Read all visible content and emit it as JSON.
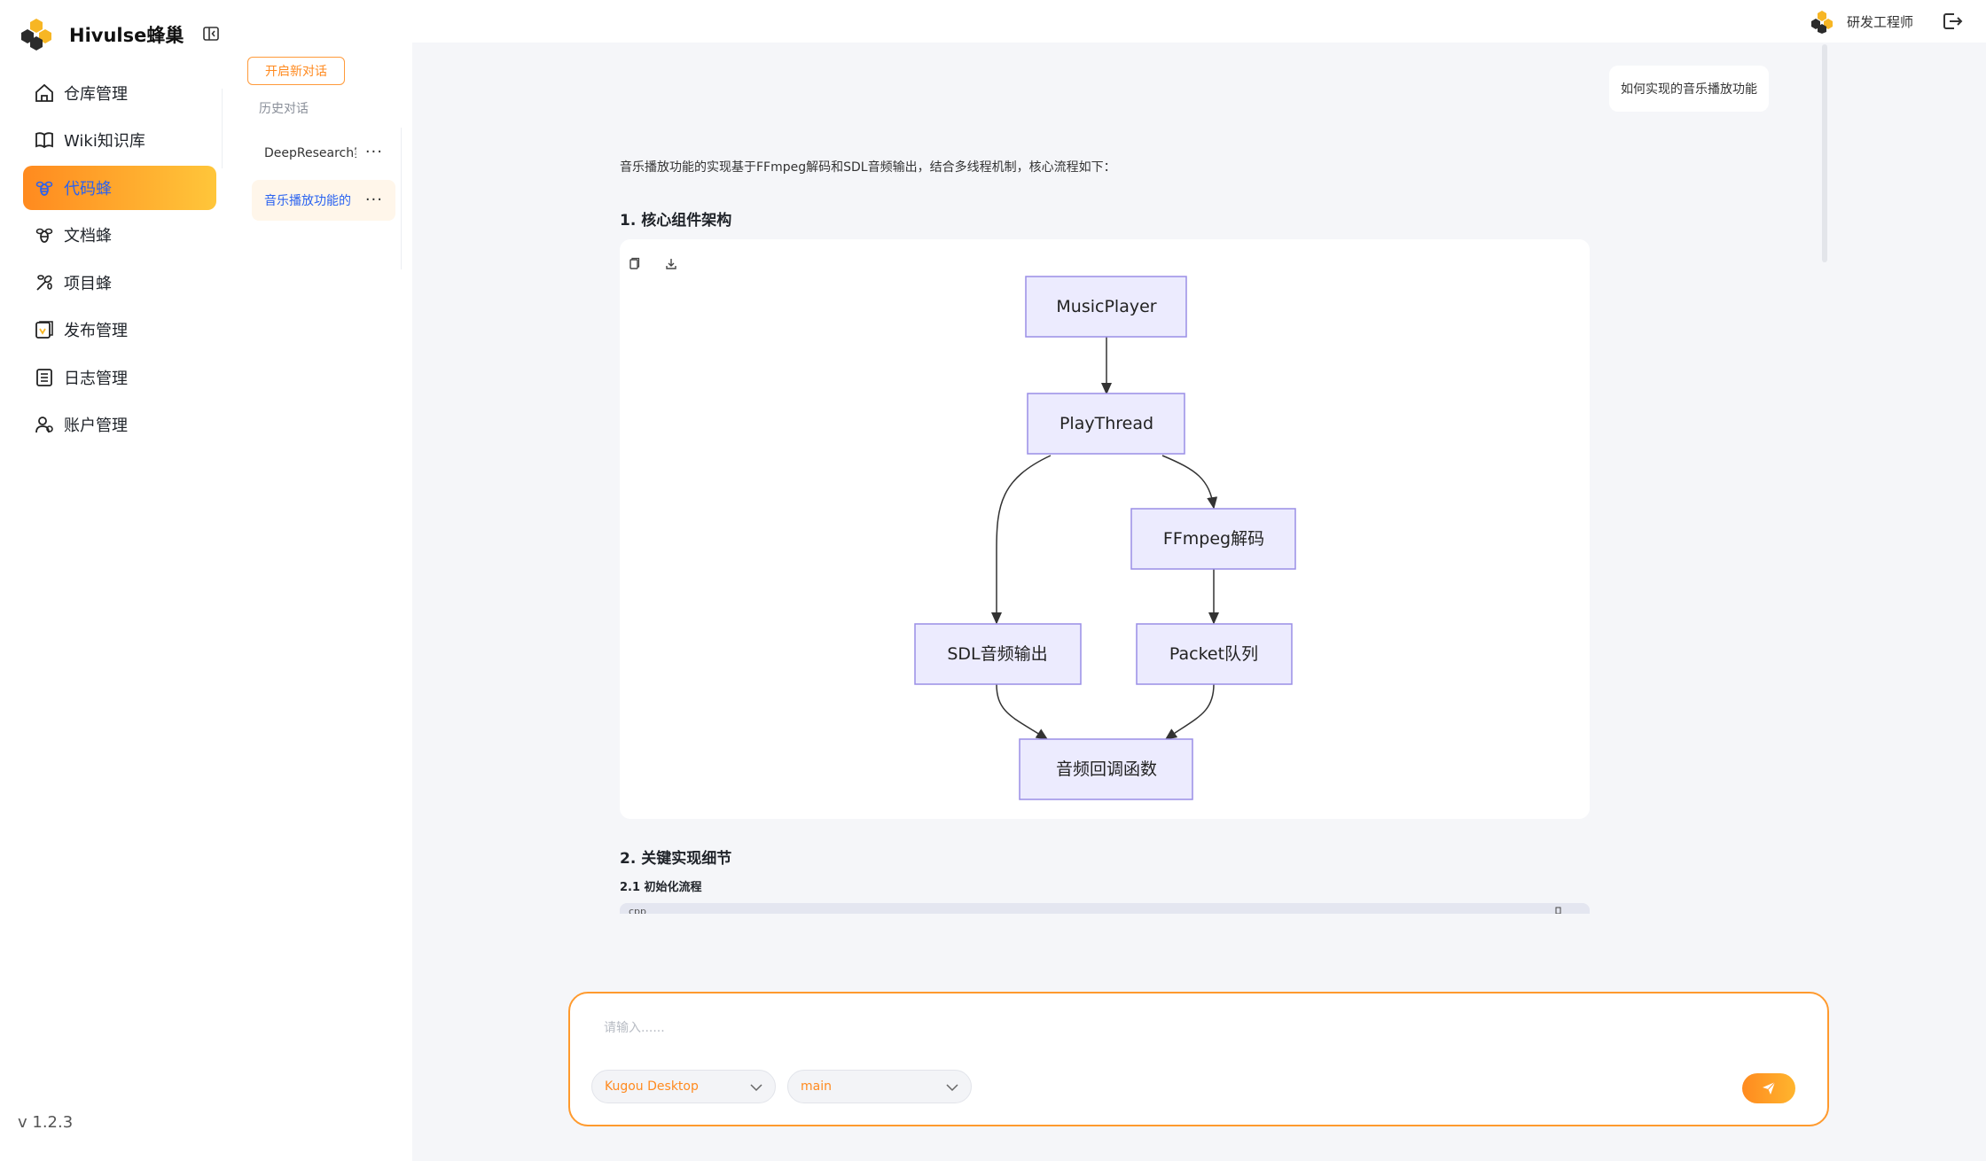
{
  "app": {
    "brand": "Hivulse蜂巢",
    "version": "v 1.2.3"
  },
  "user": {
    "role": "研发工程师"
  },
  "nav": {
    "items": [
      {
        "label": "仓库管理",
        "icon": "home-icon"
      },
      {
        "label": "Wiki知识库",
        "icon": "book-icon"
      },
      {
        "label": "代码蜂",
        "icon": "bee-icon",
        "active": true
      },
      {
        "label": "文档蜂",
        "icon": "doc-bee-icon"
      },
      {
        "label": "项目蜂",
        "icon": "project-bee-icon"
      },
      {
        "label": "发布管理",
        "icon": "release-icon"
      },
      {
        "label": "日志管理",
        "icon": "log-icon"
      },
      {
        "label": "账户管理",
        "icon": "users-icon"
      }
    ]
  },
  "history": {
    "new_chat": "开启新对话",
    "label": "历史对话",
    "items": [
      {
        "title": "DeepResearch实"
      },
      {
        "title": "音乐播放功能的",
        "active": true
      }
    ]
  },
  "chat": {
    "user_message": "如何实现的音乐播放功能",
    "intro": "音乐播放功能的实现基于FFmpeg解码和SDL音频输出，结合多线程机制，核心流程如下：",
    "section1": "1. 核心组件架构",
    "diagram": {
      "nodes": {
        "music_player": "MusicPlayer",
        "play_thread": "PlayThread",
        "ffmpeg": "FFmpeg解码",
        "sdl": "SDL音频输出",
        "packet": "Packet队列",
        "callback": "音频回调函数"
      },
      "colors": {
        "node_fill": "#ecebfe",
        "node_stroke": "#9a8ee6",
        "edge": "#333333"
      }
    },
    "section2": "2. 关键实现细节",
    "section2_1": "2.1 初始化流程",
    "code_lang": "cpp"
  },
  "input": {
    "placeholder": "请输入......",
    "repo": "Kugou Desktop",
    "branch": "main"
  },
  "colors": {
    "accent": "#ff8a1f",
    "active_text": "#2a62f0",
    "main_bg": "#f5f6f9"
  }
}
